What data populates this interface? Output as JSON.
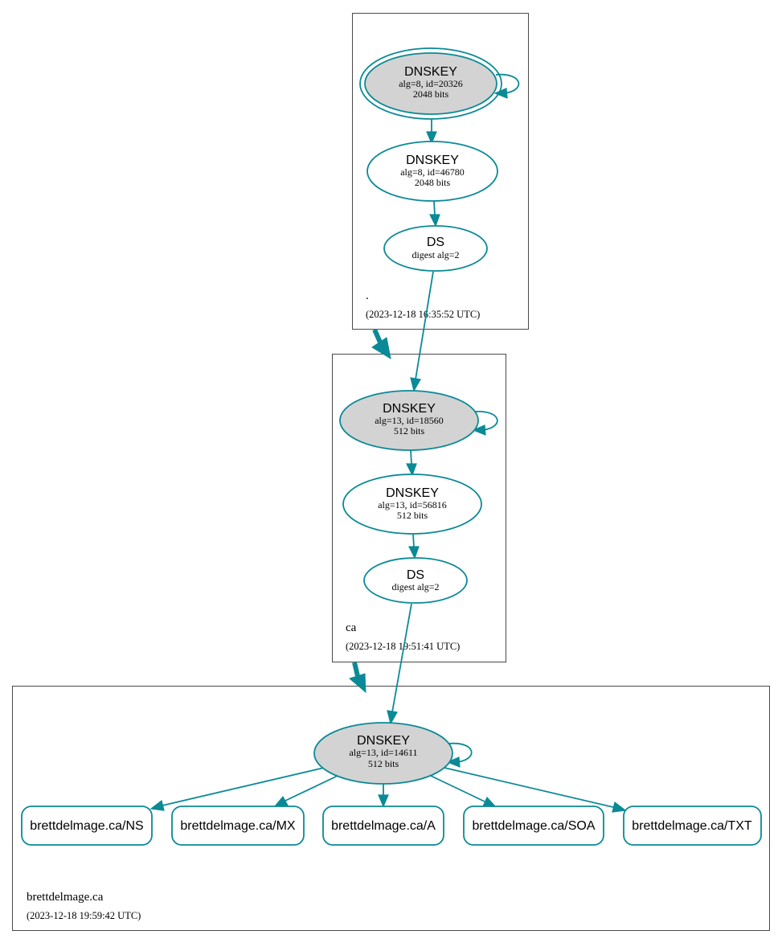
{
  "zones": {
    "root": {
      "name": ".",
      "timestamp": "(2023-12-18 16:35:52 UTC)"
    },
    "ca": {
      "name": "ca",
      "timestamp": "(2023-12-18 19:51:41 UTC)"
    },
    "brettdelmage": {
      "name": "brettdelmage.ca",
      "timestamp": "(2023-12-18 19:59:42 UTC)"
    }
  },
  "nodes": {
    "root_ksk": {
      "type": "DNSKEY",
      "detail": "alg=8, id=20326",
      "size": "2048 bits"
    },
    "root_zsk": {
      "type": "DNSKEY",
      "detail": "alg=8, id=46780",
      "size": "2048 bits"
    },
    "root_ds": {
      "type": "DS",
      "detail": "digest alg=2"
    },
    "ca_ksk": {
      "type": "DNSKEY",
      "detail": "alg=13, id=18560",
      "size": "512 bits"
    },
    "ca_zsk": {
      "type": "DNSKEY",
      "detail": "alg=13, id=56816",
      "size": "512 bits"
    },
    "ca_ds": {
      "type": "DS",
      "detail": "digest alg=2"
    },
    "bd_key": {
      "type": "DNSKEY",
      "detail": "alg=13, id=14611",
      "size": "512 bits"
    }
  },
  "records": {
    "ns": "brettdelmage.ca/NS",
    "mx": "brettdelmage.ca/MX",
    "a": "brettdelmage.ca/A",
    "soa": "brettdelmage.ca/SOA",
    "txt": "brettdelmage.ca/TXT"
  },
  "colors": {
    "edge": "#0a8a96",
    "key_fill": "#d3d3d3",
    "box": "#4a4a4a"
  }
}
